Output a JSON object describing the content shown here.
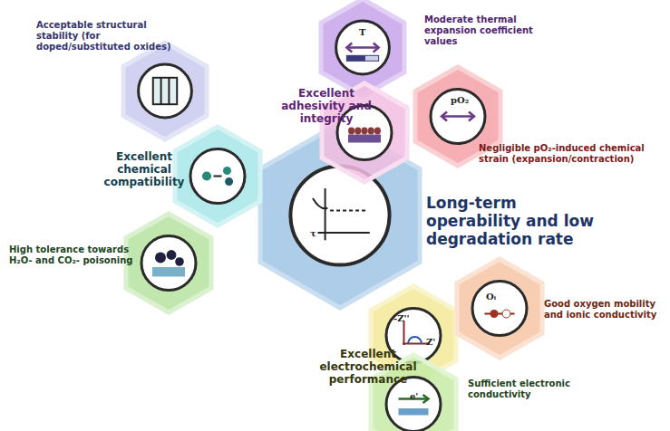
{
  "diagram": {
    "nodes": [
      {
        "text": [
          "Long-term operability and low degradation rate"
        ]
      },
      {
        "text": [
          "Moderate thermal expansion coefficient values"
        ]
      },
      {
        "text": [
          "Excellent adhesivity and integrity"
        ]
      },
      {
        "text": [
          "Negligible pO₂-induced chemical strain (expansion/contraction)"
        ]
      },
      {
        "text": [
          "Acceptable structural stability (for doped/substituted oxides)"
        ]
      },
      {
        "text": [
          "Excellent chemical compatibility"
        ]
      },
      {
        "text": [
          "High tolerance towards H₂O- and CO₂- poisoning"
        ]
      },
      {
        "text": [
          "Excellent electrochemical performance"
        ]
      },
      {
        "text": [
          "Good oxygen mobility and ionic conductivity"
        ]
      },
      {
        "text": [
          "Sufficient electronic conductivity"
        ]
      }
    ],
    "labels": [
      "T",
      "pO₂",
      "Oᵢ",
      "-Z''",
      "Z'",
      "e'",
      "τ"
    ]
  }
}
